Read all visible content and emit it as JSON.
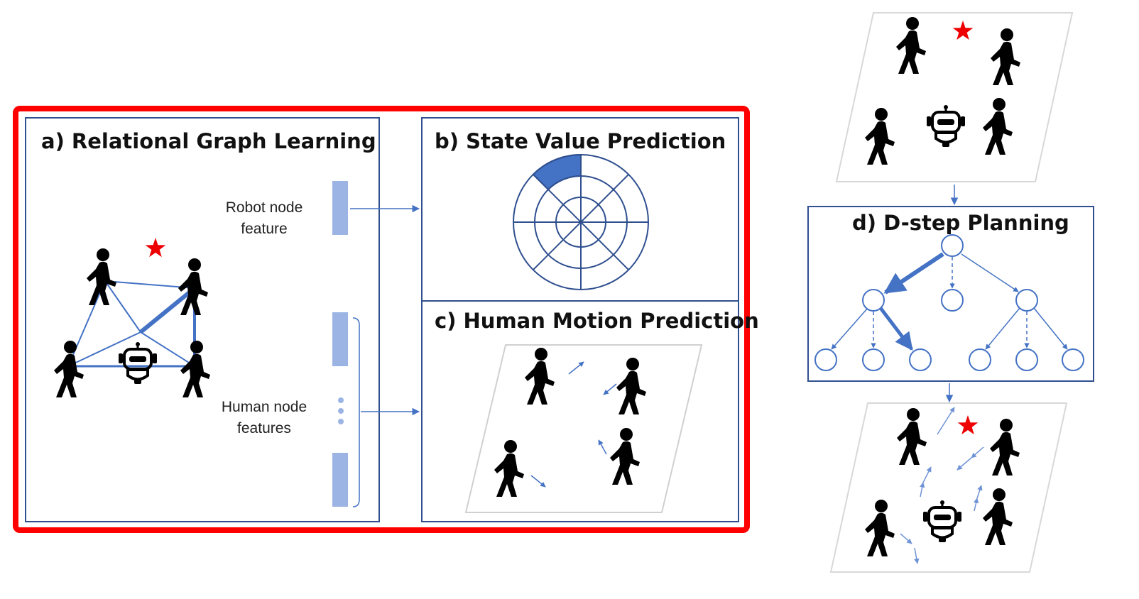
{
  "colors": {
    "frame_red": "#ff0000",
    "box_border": "#2f4f8f",
    "accent_blue": "#4472c4",
    "feature_bar": "#9bb4e4",
    "human": "#000000",
    "star": "#ee0000",
    "scene_border": "#d0d0d0"
  },
  "panels": {
    "graph_learning": {
      "title": "a) Relational Graph Learning"
    },
    "state_value": {
      "title": "b) State Value Prediction"
    },
    "motion_prediction": {
      "title": "c) Human Motion Prediction"
    },
    "planning": {
      "title": "d) D-step Planning"
    }
  },
  "features": {
    "robot_line1": "Robot node",
    "robot_line2": "feature",
    "human_line1": "Human node",
    "human_line2": "features"
  },
  "icons": [
    "human-icon",
    "robot-icon",
    "goal-star-icon",
    "arrow-icon",
    "tree-node-icon",
    "value-map-icon"
  ]
}
